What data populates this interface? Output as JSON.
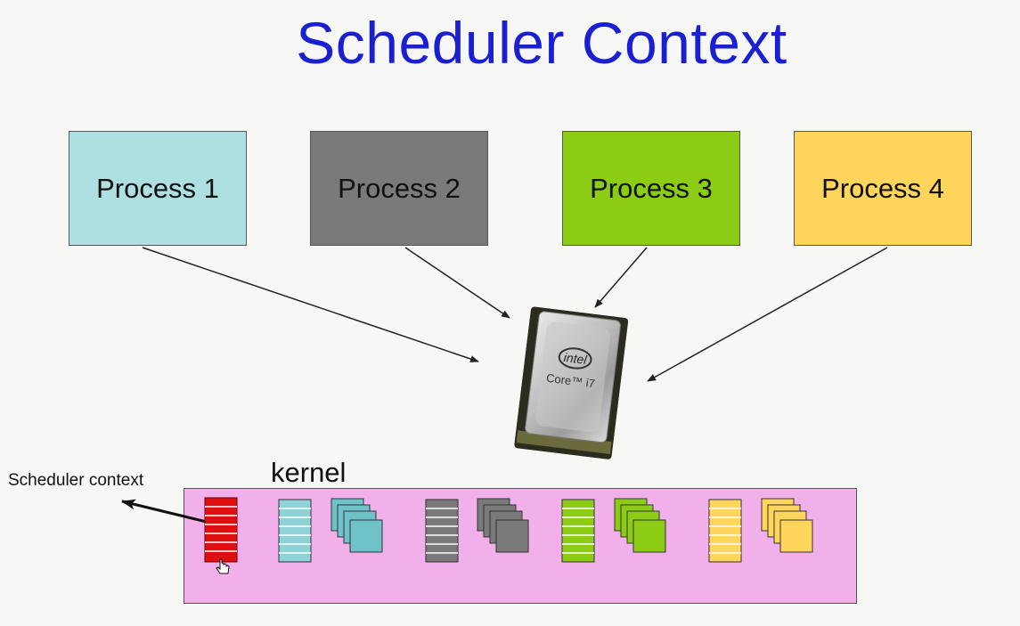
{
  "title": "Scheduler Context",
  "processes": [
    {
      "label": "Process 1",
      "color": "#aee0e2"
    },
    {
      "label": "Process 2",
      "color": "#7a7a7a"
    },
    {
      "label": "Process 3",
      "color": "#8ccc14"
    },
    {
      "label": "Process 4",
      "color": "#ffd55c"
    }
  ],
  "cpu": {
    "brand": "intel",
    "model": "Core™ i7"
  },
  "kernel": {
    "label": "kernel",
    "color": "#f2b0ea"
  },
  "scheduler_context_label": "Scheduler context",
  "colors": {
    "title": "#1a1fd1",
    "scheduler_stack": "#e01010",
    "stack_1": "#8fd3d8",
    "stack_2": "#7a7a7a",
    "stack_3": "#8ccc14",
    "stack_4": "#ffd55c"
  }
}
